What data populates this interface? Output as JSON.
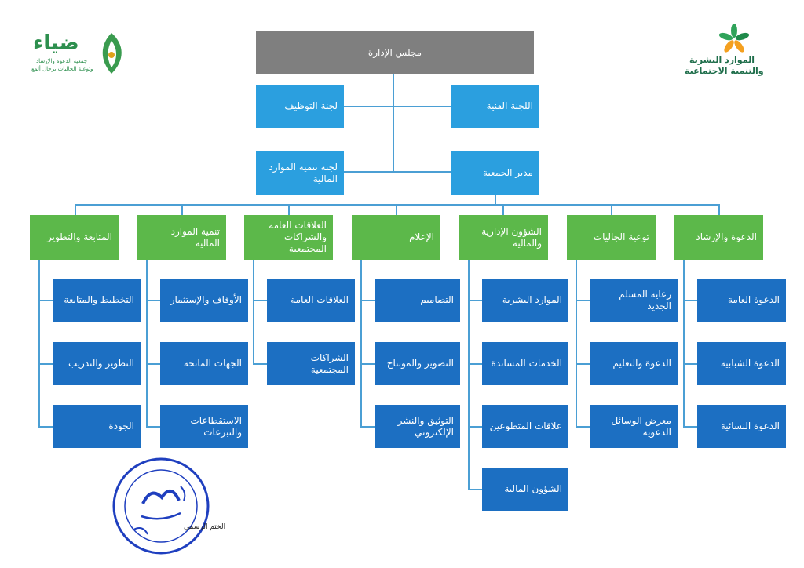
{
  "board": "مجلس الإدارة",
  "committees": {
    "technical": "اللجنة الفنية",
    "employment": "لجنة التوظيف",
    "financial_resources": "لجنة تنمية الموارد المالية"
  },
  "director": "مدير الجمعية",
  "departments": [
    {
      "name": "الدعوة والإرشاد",
      "units": [
        "الدعوة العامة",
        "الدعوة الشبابية",
        "الدعوة النسائية"
      ]
    },
    {
      "name": "توعية الجاليات",
      "units": [
        "رعاية المسلم الجديد",
        "الدعوة والتعليم",
        "معرض الوسائل الدعوية"
      ]
    },
    {
      "name": "الشؤون الإدارية والمالية",
      "units": [
        "الموارد البشرية",
        "الخدمات المساندة",
        "علاقات المتطوعين",
        "الشؤون المالية"
      ]
    },
    {
      "name": "الإعلام",
      "units": [
        "التصاميم",
        "التصوير والمونتاج",
        "التوثيق والنشر الإلكتروني"
      ]
    },
    {
      "name": "العلاقات العامة والشراكات المجتمعية",
      "units": [
        "العلاقات العامة",
        "الشراكات المجتمعية"
      ]
    },
    {
      "name": "تنمية الموارد المالية",
      "units": [
        "الأوقاف والإستثمار",
        "الجهات المانحة",
        "الاستقطاعات والتبرعات"
      ]
    },
    {
      "name": "المتابعة والتطوير",
      "units": [
        "التخطيط والمتابعة",
        "التطوير والتدريب",
        "الجودة"
      ]
    }
  ],
  "logo_left": {
    "name": "ضياء",
    "line1": "جمعية الدعوة والإرشاد",
    "line2": "وتوعية الجاليات برجال ألمع"
  },
  "logo_right": {
    "line1": "الموارد البشرية",
    "line2": "والتنمية الاجتماعية"
  },
  "stamp_caption": "الختم الرسمي",
  "colors": {
    "board": "#7f7f7f",
    "committee": "#2b9fdf",
    "department": "#5cb84a",
    "unit": "#1c6fc2",
    "connector": "#4b9fd4"
  }
}
